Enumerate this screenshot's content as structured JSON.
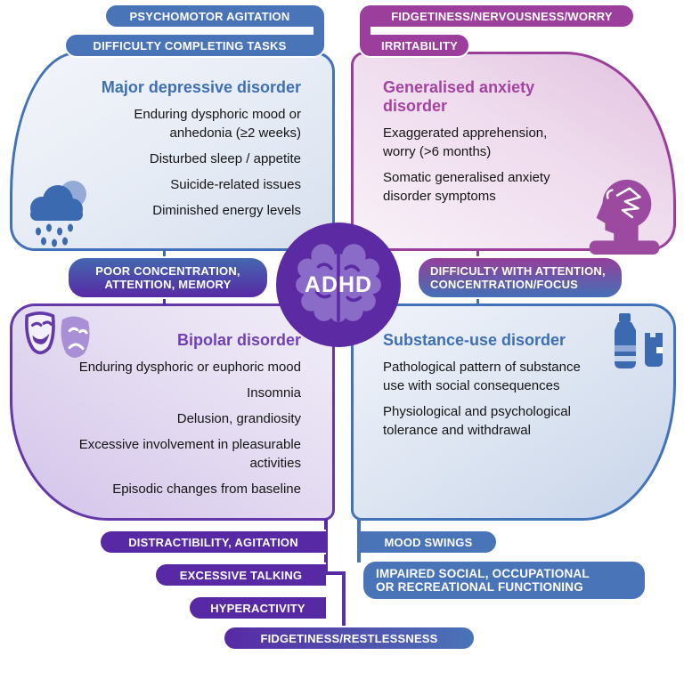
{
  "center": {
    "label": "ADHD",
    "icon": "brain-icon"
  },
  "colors": {
    "blue_badge": "#4A74B8",
    "magenta_badge": "#9C3F9C",
    "purple_badge": "#5829A5",
    "center_circle": "#5C2BA4",
    "mdd_accent": "#3E6FB5",
    "gad_accent": "#A344A0",
    "bipolar_accent": "#7040B5",
    "sud_accent": "#3E6FB5"
  },
  "badges": {
    "psychomotor": "PSYCHOMOTOR AGITATION",
    "difficulty_tasks": "DIFFICULTY COMPLETING TASKS",
    "fidgetiness_worry": "FIDGETINESS/NERVOUSNESS/WORRY",
    "irritability": "IRRITABILITY",
    "poor_concentration": "POOR CONCENTRATION,\nATTENTION, MEMORY",
    "difficulty_attention": "DIFFICULTY WITH ATTENTION,\nCONCENTRATION/FOCUS",
    "distractibility": "DISTRACTIBILITY, AGITATION",
    "excessive_talking": "EXCESSIVE TALKING",
    "hyperactivity": "HYPERACTIVITY",
    "mood_swings": "MOOD SWINGS",
    "impaired_social": "IMPAIRED SOCIAL, OCCUPATIONAL\nOR RECREATIONAL FUNCTIONING",
    "fidgetiness_restlessness": "FIDGETINESS/RESTLESSNESS"
  },
  "panels": {
    "mdd": {
      "title": "Major depressive disorder",
      "icon": "rain-cloud-icon",
      "symptoms": [
        "Enduring dysphoric mood or\nanhedonia (≥2 weeks)",
        "Disturbed sleep / appetite",
        "Suicide-related issues",
        "Diminished energy levels"
      ]
    },
    "gad": {
      "title": "Generalised anxiety\ndisorder",
      "icon": "anxious-head-icon",
      "symptoms": [
        "Exaggerated apprehension,\nworry (>6 months)",
        "Somatic generalised anxiety\ndisorder symptoms"
      ]
    },
    "bipolar": {
      "title": "Bipolar disorder",
      "icon": "theater-masks-icon",
      "symptoms": [
        "Enduring dysphoric or euphoric mood",
        "Insomnia",
        "Delusion, grandiosity",
        "Excessive involvement in pleasurable\nactivities",
        "Episodic changes from baseline"
      ]
    },
    "sud": {
      "title": "Substance-use disorder",
      "icon": "bottles-icon",
      "symptoms": [
        "Pathological pattern of substance\nuse with social consequences",
        "Physiological and psychological\ntolerance and withdrawal"
      ]
    }
  }
}
